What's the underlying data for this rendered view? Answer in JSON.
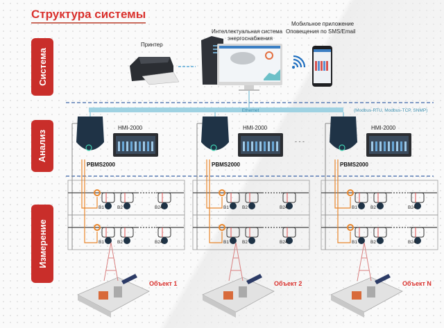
{
  "title": "Структура системы",
  "sections": {
    "system": "Система",
    "analysis": "Анализ",
    "measurement": "Измерение"
  },
  "system": {
    "printer_label": "Принтер",
    "ems_label_line1": "Интеллектуальная система",
    "ems_label_line2": "энергоснабжения",
    "mobile_label_line1": "Мобильное приложение",
    "mobile_label_line2": "Оповещения по SMS/Email"
  },
  "network": {
    "ethernet": "Ethernet",
    "protocols": "(Modbus-RTU, Modbus-TCP, SNMP)"
  },
  "columns": [
    {
      "hmi": "HMI-2000",
      "pbms": "PBMS2000",
      "object": "Объект 1",
      "batteries": [
        "B1",
        "B2",
        "B24"
      ]
    },
    {
      "hmi": "HMI-2000",
      "pbms": "PBMS2000",
      "object": "Объект 2",
      "batteries": [
        "B1",
        "B2",
        "B24"
      ]
    },
    {
      "hmi": "HMI-2000",
      "pbms": "PBMS2000",
      "object": "Объект N",
      "batteries": [
        "B1",
        "B2",
        "B24"
      ]
    }
  ],
  "colors": {
    "accent": "#d9302c",
    "network": "#8ec9dc",
    "dashed": "#3a63a8",
    "sensor": "#e8852a"
  }
}
